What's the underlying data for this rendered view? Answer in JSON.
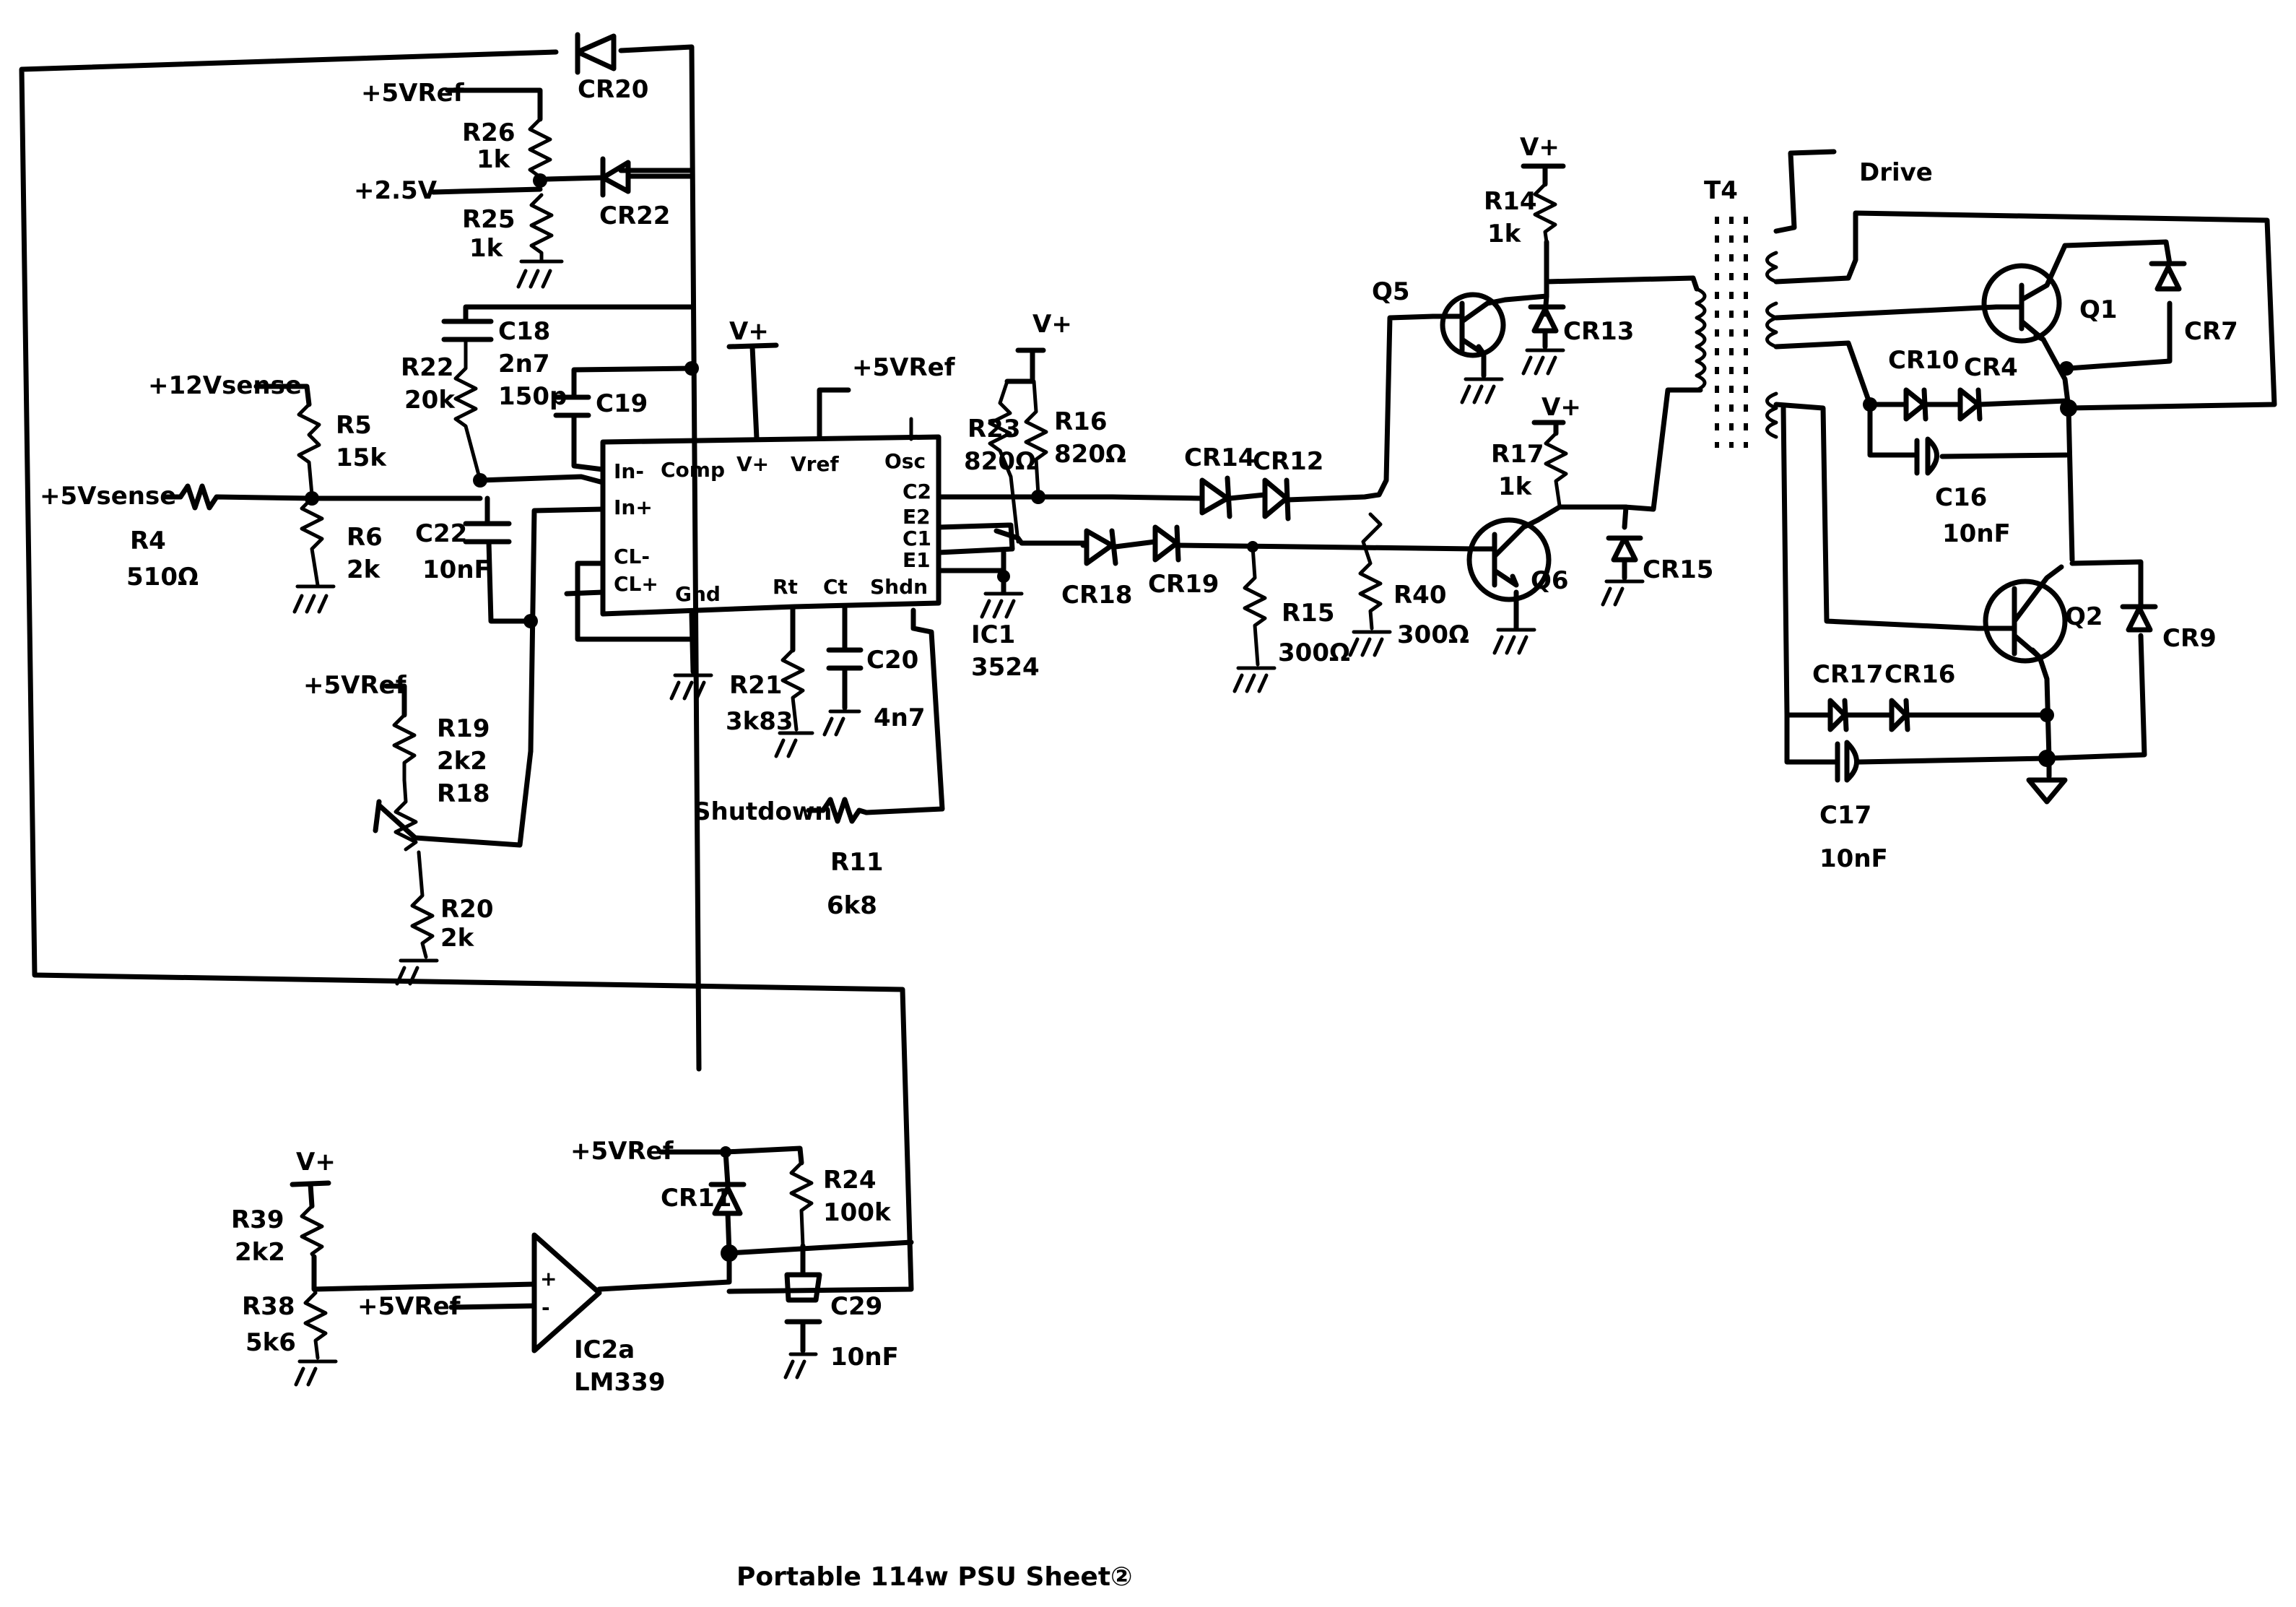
{
  "sheet": {
    "title": "Portable 114w PSU Sheet②"
  },
  "rails": {
    "v_plus": "V+",
    "ref_5v": "+5VRef",
    "ref_2_5v": "+2.5V",
    "sense_12v": "+12Vsense",
    "sense_5v": "+5Vsense",
    "shutdown": "Shutdown",
    "drive": "Drive"
  },
  "ic1": {
    "ref": "IC1",
    "part": "3524",
    "pins": {
      "comp": "Comp",
      "vplus": "V+",
      "vref": "Vref",
      "osc": "Osc",
      "in_minus": "In-",
      "in_plus": "In+",
      "cl_minus": "CL-",
      "cl_plus": "CL+",
      "gnd": "Gnd",
      "rt": "Rt",
      "ct": "Ct",
      "shutdown": "Shdn",
      "c2": "C2",
      "e2": "E2",
      "c1": "C1",
      "e1": "E1"
    }
  },
  "ic2": {
    "ref": "IC2a",
    "part": "LM339",
    "plus": "+",
    "minus": "-"
  },
  "components": {
    "R4": {
      "ref": "R4",
      "value": "510Ω"
    },
    "R5": {
      "ref": "R5",
      "value": "15k"
    },
    "R6": {
      "ref": "R6",
      "value": "2k"
    },
    "R11": {
      "ref": "R11",
      "value": "6k8"
    },
    "R14": {
      "ref": "R14",
      "value": "1k"
    },
    "R15": {
      "ref": "R15",
      "value": "300Ω"
    },
    "R16": {
      "ref": "R16",
      "value": "820Ω"
    },
    "R17": {
      "ref": "R17",
      "value": "1k"
    },
    "R18": {
      "ref": "R18",
      "value": ""
    },
    "R19": {
      "ref": "R19",
      "value": "2k2"
    },
    "R20": {
      "ref": "R20",
      "value": "2k"
    },
    "R21": {
      "ref": "R21",
      "value": "3k83"
    },
    "R22": {
      "ref": "R22",
      "value": "20k"
    },
    "R23": {
      "ref": "R23",
      "value": "820Ω"
    },
    "R24": {
      "ref": "R24",
      "value": "100k"
    },
    "R25": {
      "ref": "R25",
      "value": "1k"
    },
    "R26": {
      "ref": "R26",
      "value": "1k"
    },
    "R38": {
      "ref": "R38",
      "value": "5k6"
    },
    "R39": {
      "ref": "R39",
      "value": "2k2"
    },
    "R40": {
      "ref": "R40",
      "value": "300Ω"
    },
    "C16": {
      "ref": "C16",
      "value": "10nF"
    },
    "C17": {
      "ref": "C17",
      "value": "10nF"
    },
    "C18": {
      "ref": "C18",
      "value": "2n7"
    },
    "C19": {
      "ref": "C19",
      "value": "150p"
    },
    "C20": {
      "ref": "C20",
      "value": "4n7"
    },
    "C22": {
      "ref": "C22",
      "value": "10nF"
    },
    "C29": {
      "ref": "C29",
      "value": "10nF"
    },
    "CR7": {
      "ref": "CR7"
    },
    "CR9": {
      "ref": "CR9"
    },
    "CR10": {
      "ref": "CR10"
    },
    "CR4": {
      "ref": "CR4"
    },
    "CR11": {
      "ref": "CR11"
    },
    "CR12": {
      "ref": "CR12"
    },
    "CR13": {
      "ref": "CR13"
    },
    "CR14": {
      "ref": "CR14"
    },
    "CR15": {
      "ref": "CR15"
    },
    "CR16": {
      "ref": "CR16"
    },
    "CR17": {
      "ref": "CR17"
    },
    "CR18": {
      "ref": "CR18"
    },
    "CR19": {
      "ref": "CR19"
    },
    "CR20": {
      "ref": "CR20"
    },
    "CR22": {
      "ref": "CR22"
    },
    "Q1": {
      "ref": "Q1"
    },
    "Q2": {
      "ref": "Q2"
    },
    "Q5": {
      "ref": "Q5"
    },
    "Q6": {
      "ref": "Q6"
    },
    "T4": {
      "ref": "T4"
    }
  }
}
